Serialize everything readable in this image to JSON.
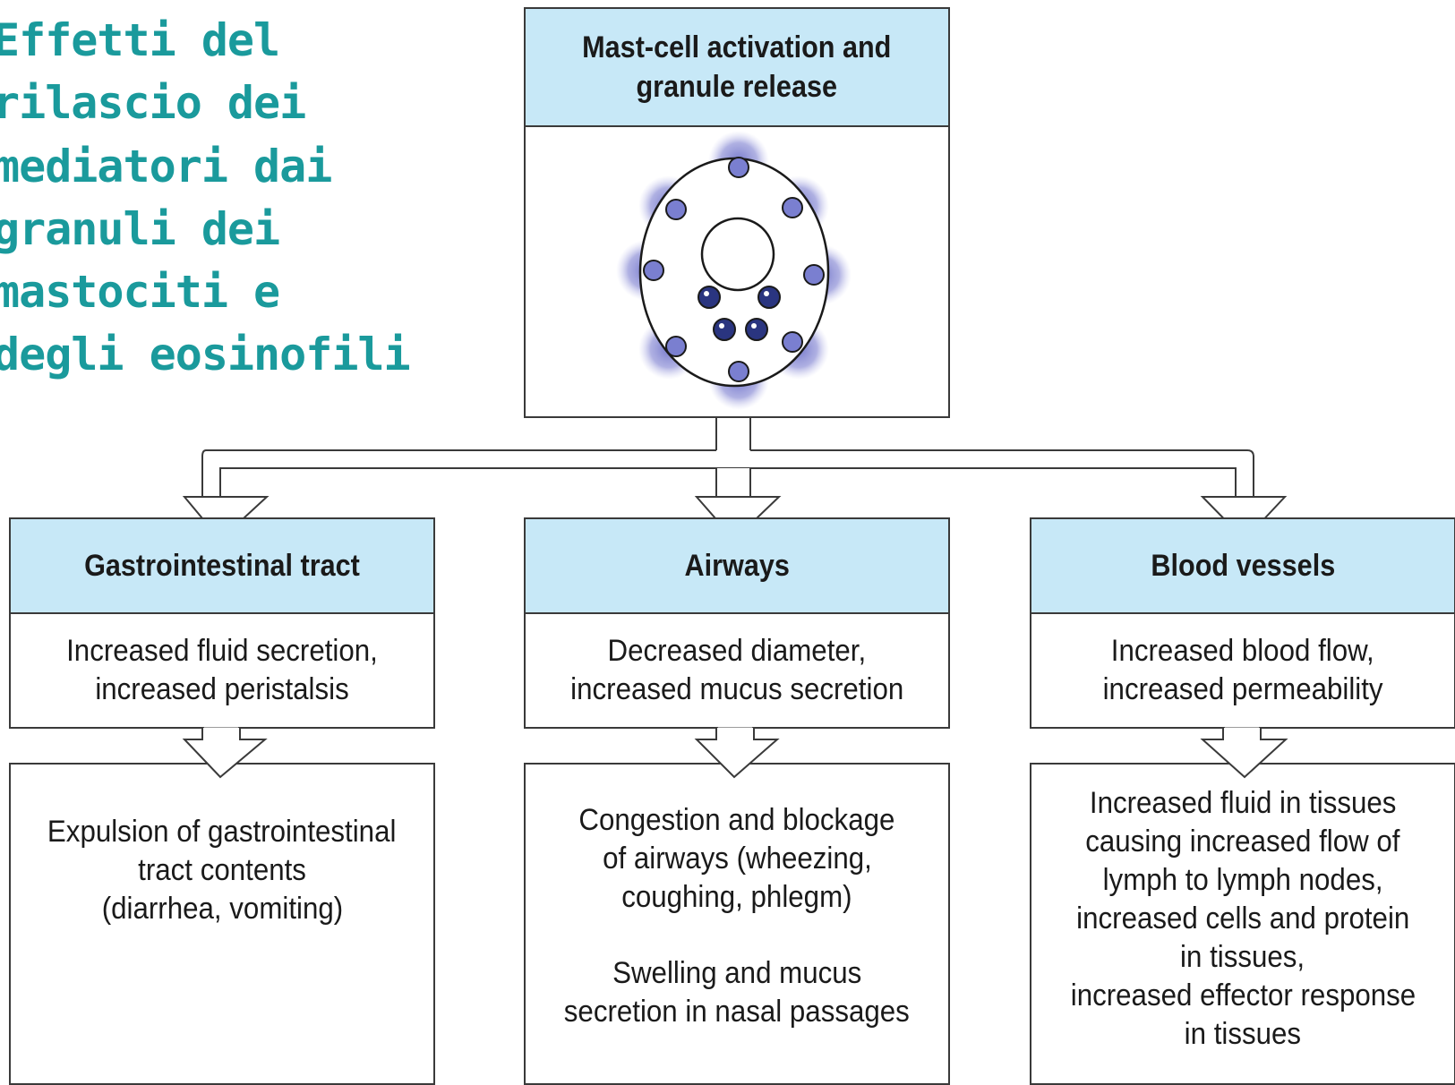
{
  "side_title": {
    "lines": [
      "Effetti del",
      "rilascio dei",
      "mediatori dai",
      "granuli dei",
      "mastociti e",
      "degli eosinofili"
    ],
    "color": "#1a9a9c"
  },
  "top_box": {
    "title_line1": "Mast-cell activation and",
    "title_line2": "granule release",
    "image": "mast-cell-degranulation-illustration"
  },
  "columns": [
    {
      "header": "Gastrointestinal tract",
      "effect": [
        "Increased fluid secretion,",
        "increased peristalsis"
      ],
      "outcome": [
        "Expulsion of gastrointestinal",
        "tract contents",
        "(diarrhea, vomiting)"
      ]
    },
    {
      "header": "Airways",
      "effect": [
        "Decreased diameter,",
        "increased mucus secretion"
      ],
      "outcome": [
        "Congestion and blockage",
        "of airways (wheezing,",
        "coughing, phlegm)"
      ],
      "outcome2": [
        "Swelling and mucus",
        "secretion in nasal passages"
      ]
    },
    {
      "header": "Blood vessels",
      "effect": [
        "Increased blood flow,",
        "increased permeability"
      ],
      "outcome": [
        "Increased fluid in tissues",
        "causing increased flow of",
        "lymph to lymph nodes,",
        "increased cells and protein",
        "in tissues,",
        "increased effector response",
        "in tissues"
      ]
    }
  ],
  "colors": {
    "header_fill": "#c7e8f7",
    "border": "#3a3a3a",
    "granule": "#2a3580",
    "halo": "#6f73c9"
  }
}
